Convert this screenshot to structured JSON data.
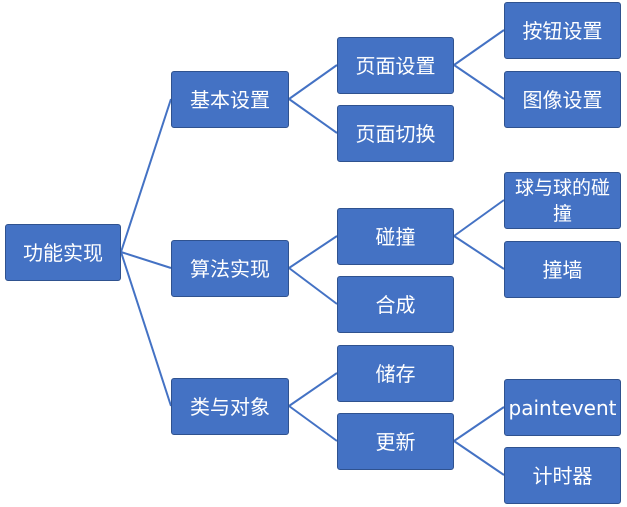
{
  "root": {
    "label": "功能实现"
  },
  "branches": [
    {
      "label": "基本设置",
      "children": [
        {
          "label": "页面设置",
          "children": [
            {
              "label": "按钮设置"
            },
            {
              "label": "图像设置"
            }
          ]
        },
        {
          "label": "页面切换"
        }
      ]
    },
    {
      "label": "算法实现",
      "children": [
        {
          "label": "碰撞",
          "children": [
            {
              "label": "球与球的碰撞"
            },
            {
              "label": "撞墙"
            }
          ]
        },
        {
          "label": "合成"
        }
      ]
    },
    {
      "label": "类与对象",
      "children": [
        {
          "label": "储存"
        },
        {
          "label": "更新",
          "children": [
            {
              "label": "paintevent"
            },
            {
              "label": "计时器"
            }
          ]
        }
      ]
    }
  ],
  "colors": {
    "box_fill": "#4472C4",
    "box_border": "#2F528F",
    "connector": "#4472C4",
    "text": "#FFFFFF"
  }
}
